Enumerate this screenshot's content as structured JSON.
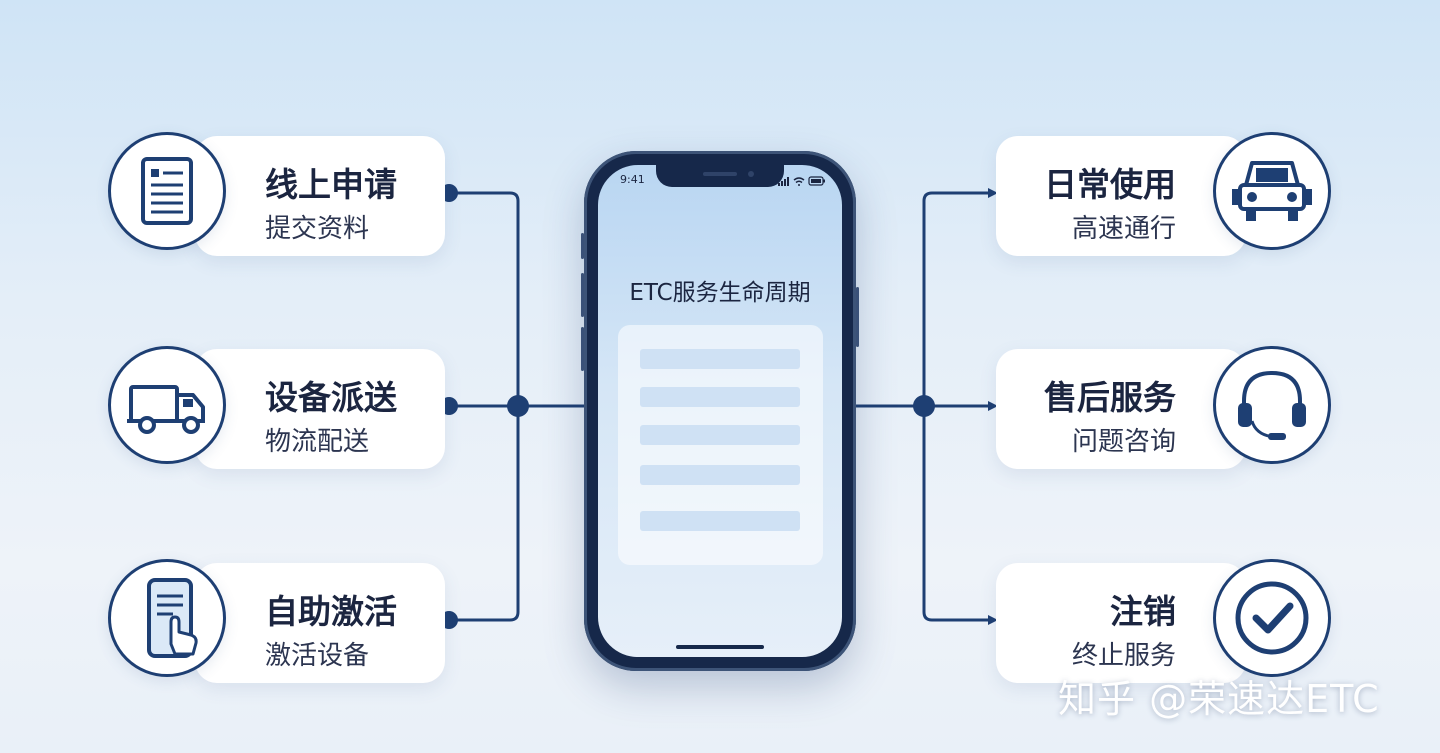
{
  "phone": {
    "status_time": "9:41",
    "title": "ETC服务生命周期"
  },
  "left_steps": [
    {
      "title": "线上申请",
      "subtitle": "提交资料",
      "icon": "document-icon"
    },
    {
      "title": "设备派送",
      "subtitle": "物流配送",
      "icon": "delivery-truck-icon"
    },
    {
      "title": "自助激活",
      "subtitle": "激活设备",
      "icon": "phone-tap-icon"
    }
  ],
  "right_steps": [
    {
      "title": "日常使用",
      "subtitle": "高速通行",
      "icon": "vehicle-icon"
    },
    {
      "title": "售后服务",
      "subtitle": "问题咨询",
      "icon": "headset-icon"
    },
    {
      "title": "注销",
      "subtitle": "终止服务",
      "icon": "checkmark-icon"
    }
  ],
  "watermark": "知乎 @荣速达ETC",
  "colors": {
    "primary_navy": "#1e3f73",
    "phone_body": "#16284a",
    "card_background": "#ffffff",
    "text_dark": "#1b2540"
  }
}
